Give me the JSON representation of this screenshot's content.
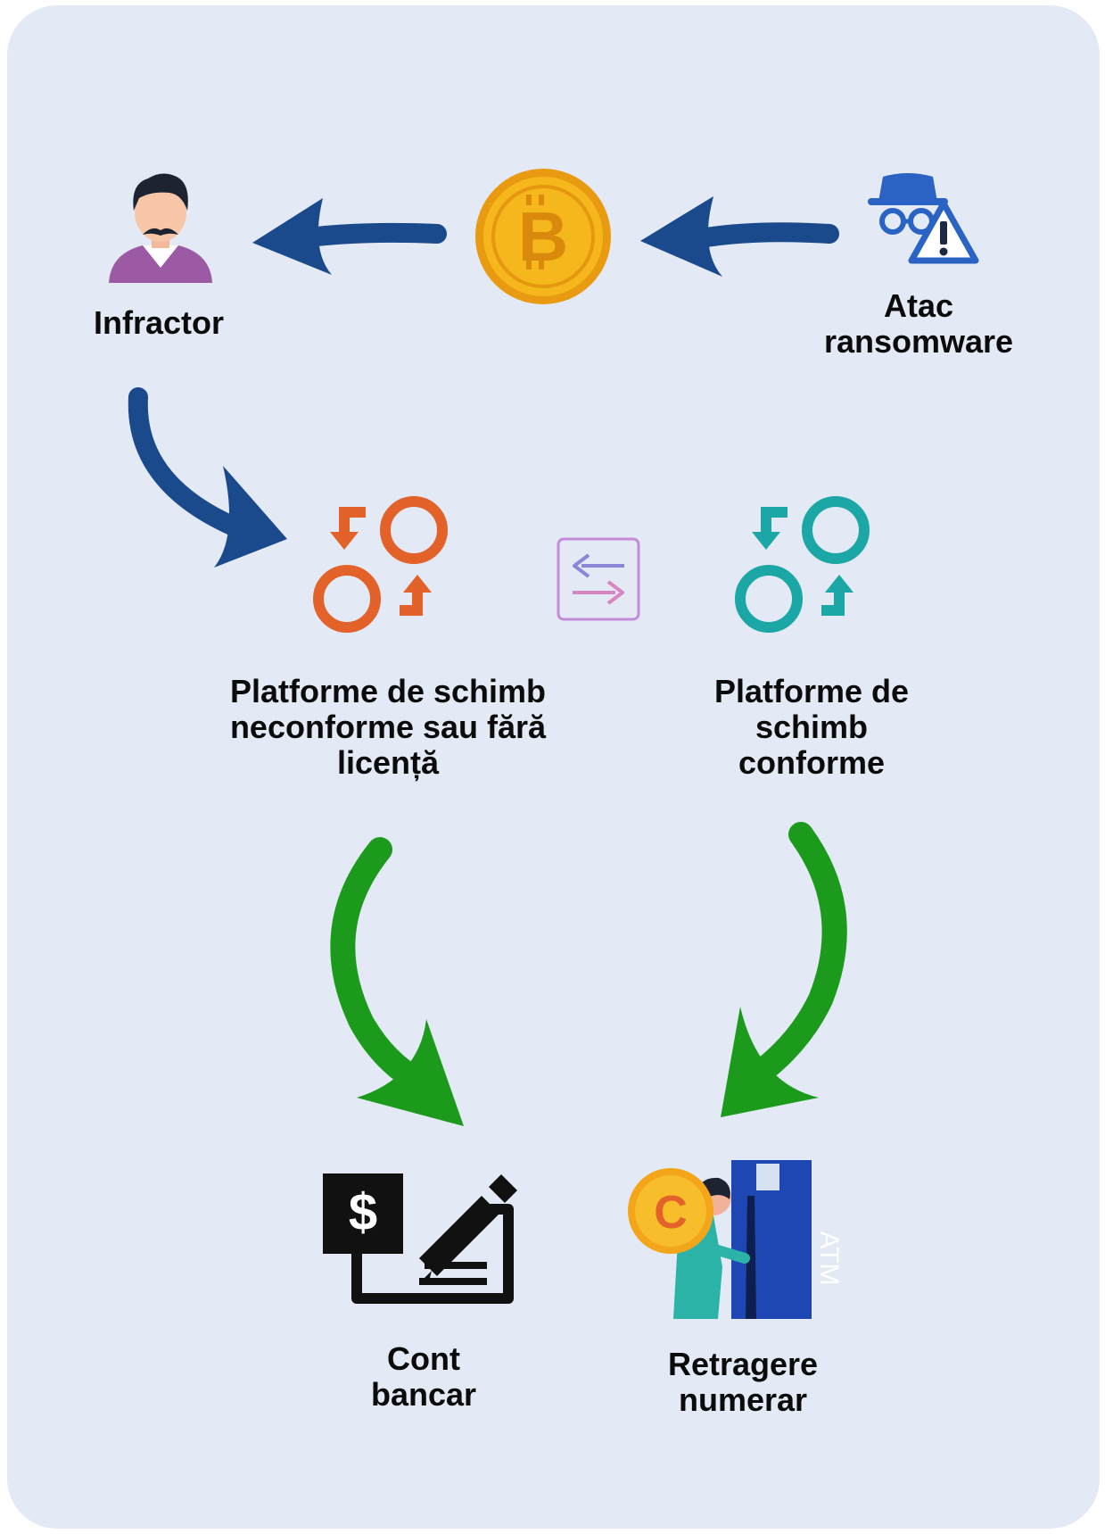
{
  "nodes": {
    "offender": {
      "label": "Infractor"
    },
    "ransomware": {
      "label_line1": "Atac",
      "label_line2": "ransomware"
    },
    "noncompliant_exchanges": {
      "label_line1": "Platforme de schimb",
      "label_line2": "neconforme sau fără",
      "label_line3": "licență"
    },
    "compliant_exchanges": {
      "label_line1": "Platforme de",
      "label_line2": "schimb",
      "label_line3": "conforme"
    },
    "bank_account": {
      "label_line1": "Cont",
      "label_line2": "bancar"
    },
    "cash_withdrawal": {
      "label_line1": "Retragere",
      "label_line2": "numerar"
    }
  },
  "icons": {
    "offender": "person-mustache-icon",
    "bitcoin": "bitcoin-coin-icon",
    "ransomware": "spy-warning-icon",
    "exchange_noncompliant": "exchange-circles-orange-icon",
    "exchange_link": "swap-arrows-icon",
    "exchange_compliant": "exchange-circles-teal-icon",
    "bank": "cheque-dollar-icon",
    "atm": "atm-withdrawal-icon",
    "atm_label": "ATM"
  },
  "colors": {
    "background": "#e3e9f5",
    "blue_arrow": "#1a4a8c",
    "green_arrow": "#1c9a1c",
    "orange": "#e2622a",
    "teal": "#1aa7a5",
    "bitcoin_gold": "#f3b116"
  }
}
